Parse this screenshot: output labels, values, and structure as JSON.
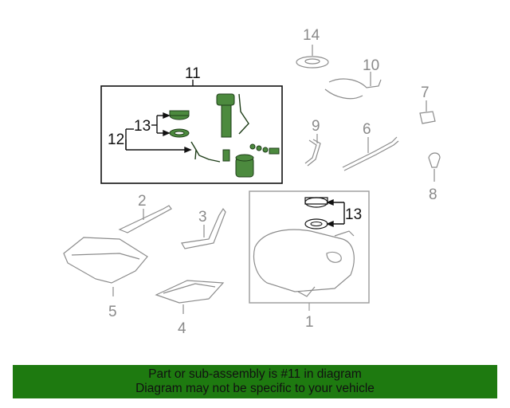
{
  "callouts": {
    "c1": "1",
    "c2": "2",
    "c3": "3",
    "c4": "4",
    "c5": "5",
    "c6": "6",
    "c7": "7",
    "c8": "8",
    "c9": "9",
    "c10": "10",
    "c11": "11",
    "c12": "12",
    "c13a": "13",
    "c13b": "13",
    "c14": "14"
  },
  "footer": {
    "line1": "Part or sub-assembly is #11 in diagram",
    "line2": "Diagram may not be specific to your vehicle"
  },
  "colors": {
    "highlight_parts": "#4c8a3e",
    "footer_bg": "#1e7a10",
    "outline_gray": "#8c8c8c"
  }
}
